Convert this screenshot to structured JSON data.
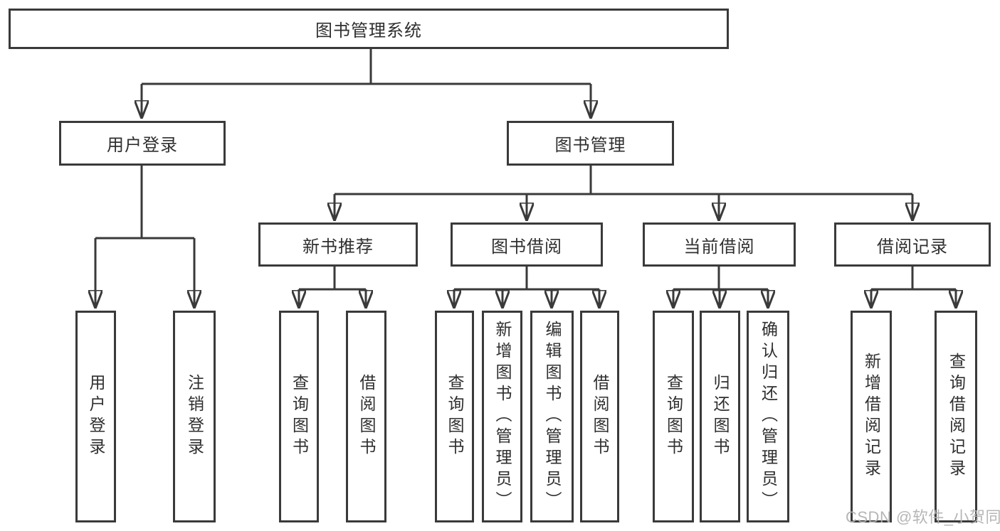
{
  "tree": {
    "label": "图书管理系统",
    "children": [
      {
        "label": "用户登录",
        "children": [
          {
            "label": "用户登录"
          },
          {
            "label": "注销登录"
          }
        ]
      },
      {
        "label": "图书管理",
        "children": [
          {
            "label": "新书推荐",
            "children": [
              {
                "label": "查询图书"
              },
              {
                "label": "借阅图书"
              }
            ]
          },
          {
            "label": "图书借阅",
            "children": [
              {
                "label": "查询图书"
              },
              {
                "label": "新增图书（管理员）"
              },
              {
                "label": "编辑图书（管理员）"
              },
              {
                "label": "借阅图书"
              }
            ]
          },
          {
            "label": "当前借阅",
            "children": [
              {
                "label": "查询图书"
              },
              {
                "label": "归还图书"
              },
              {
                "label": "确认归还（管理员）"
              }
            ]
          },
          {
            "label": "借阅记录",
            "children": [
              {
                "label": "新增借阅记录"
              },
              {
                "label": "查询借阅记录"
              }
            ]
          }
        ]
      }
    ]
  },
  "watermark": "CSDN @软件_小贺同学",
  "colors": {
    "line": "#3a3a3a",
    "text": "#2f2f2f",
    "watermark": "#b2b2b2",
    "background": "#ffffff"
  }
}
